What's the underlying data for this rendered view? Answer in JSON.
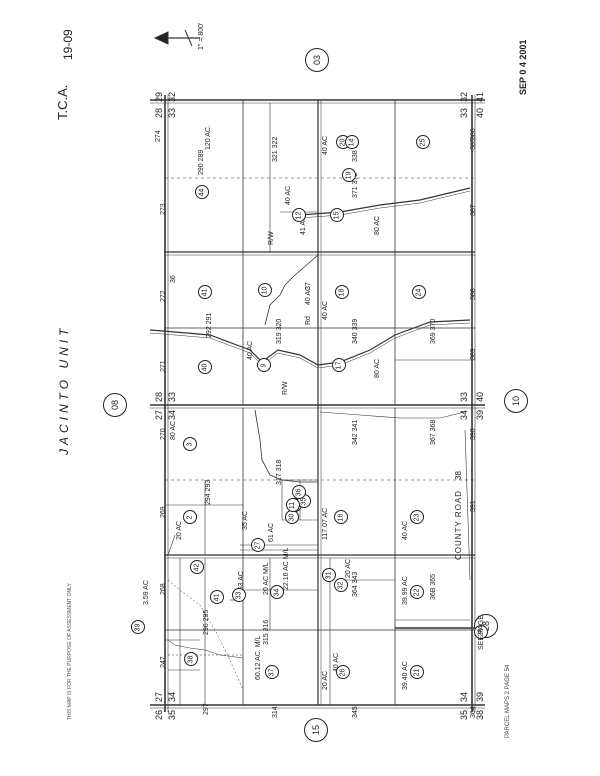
{
  "header": {
    "tca": "T.C.A.",
    "tca_num": "19-09",
    "unit": "JACINTO UNIT",
    "stamp": "SEP 0 4 2001",
    "north_scale": "1\" = 800'"
  },
  "road": {
    "county": "COUNTY ROAD",
    "county_num": "38",
    "rw": "R/W",
    "rd": "Rd",
    "see_page": "SEE PAGE"
  },
  "neighbors": {
    "top": "03",
    "mid": "08",
    "right": "10",
    "left": "15",
    "bottom_right": "28"
  },
  "corners": {
    "tl_a": "29",
    "tl_b": "28",
    "tl_c": "32",
    "tl_d": "33",
    "tr_a": "32",
    "tr_b": "33",
    "tr_c": "41",
    "tr_d": "40",
    "ml_a": "28",
    "ml_b": "27",
    "ml_c": "33",
    "ml_d": "34",
    "mr_a": "33",
    "mr_b": "40",
    "mr_c": "34",
    "mr_d": "39",
    "bl_a": "27",
    "bl_b": "26",
    "bl_c": "34",
    "bl_d": "35",
    "br_a": "34",
    "br_b": "35",
    "br_c": "39",
    "br_d": "38"
  },
  "parcels": [
    "274",
    "290 289",
    "120 AC.",
    "321 322",
    "40 AC",
    "338 337",
    "40 AC",
    "371 372",
    "386",
    "385",
    "273",
    "41 AC",
    "80 AC",
    "387",
    "272",
    "40 AC",
    "36",
    "37",
    "40 AC",
    "388",
    "292 291",
    "319 320",
    "340 339",
    "369 370",
    "271",
    "40 AC",
    "80 AC",
    "389",
    "270",
    "80 AC",
    "390",
    "269",
    "294 293",
    "317 318",
    "342 341",
    "367 368",
    "391",
    "20 AC",
    "35 AC",
    "117.07 AC",
    "40 AC",
    "268",
    "3.59 AC",
    "18.53 AC",
    "20 AC M/L",
    "22.16 AC M/L",
    "364 343",
    "36B 365",
    "39.99 AC",
    "247",
    "296 295",
    "315 316",
    "60.12 AC. M/L",
    "297",
    "20 AC",
    "345",
    "364",
    "39.40 AC",
    "40 AC",
    "314",
    "20 AC",
    "61 AC"
  ],
  "parcel_nums": [
    "44",
    "12",
    "15",
    "20",
    "25",
    "41",
    "10",
    "18",
    "24",
    "40",
    "9",
    "17",
    "3",
    "2",
    "29",
    "23",
    "16",
    "27",
    "31",
    "42",
    "41",
    "33",
    "34",
    "32",
    "22",
    "38",
    "39",
    "37",
    "26",
    "21",
    "30",
    "19",
    "35",
    "36",
    "28",
    "11",
    "14"
  ],
  "margin_notes": {
    "left": "THIS MAP IS FOR THE PURPOSE OF ASSESSMENT ONLY",
    "bottom": "PARCEL MAPS 2 PAGE 54"
  }
}
